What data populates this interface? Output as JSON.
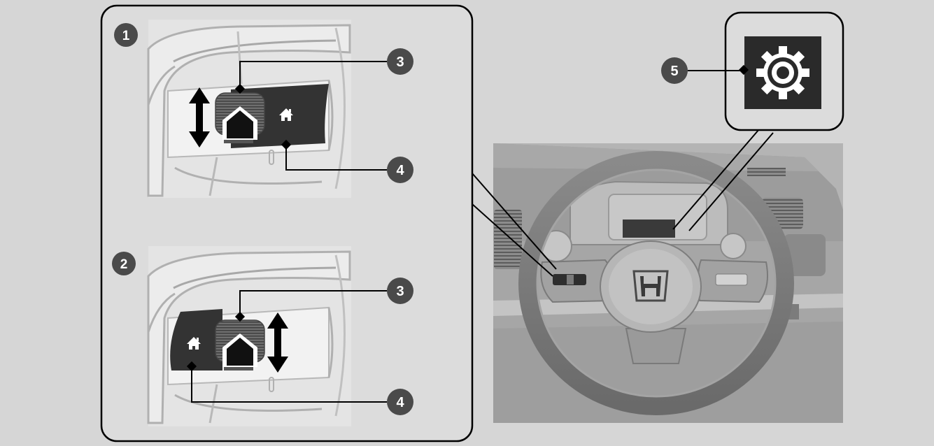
{
  "callouts": {
    "panel1": "1",
    "panel2": "2",
    "thumbwheel_top": "3",
    "home_top": "4",
    "thumbwheel_bottom": "3",
    "home_bottom": "4",
    "settings": "5"
  },
  "icons": {
    "home": "home-icon",
    "settings": "gear-icon",
    "scroll": "double-arrow-icon",
    "push": "push-arrow-icon",
    "logo": "honda-logo-icon"
  },
  "colors": {
    "background": "#d6d6d6",
    "panel": "#dcdcdc",
    "callout": "#4a4a4a",
    "dark_button": "#333333",
    "gear_box": "#2a2a2a"
  }
}
